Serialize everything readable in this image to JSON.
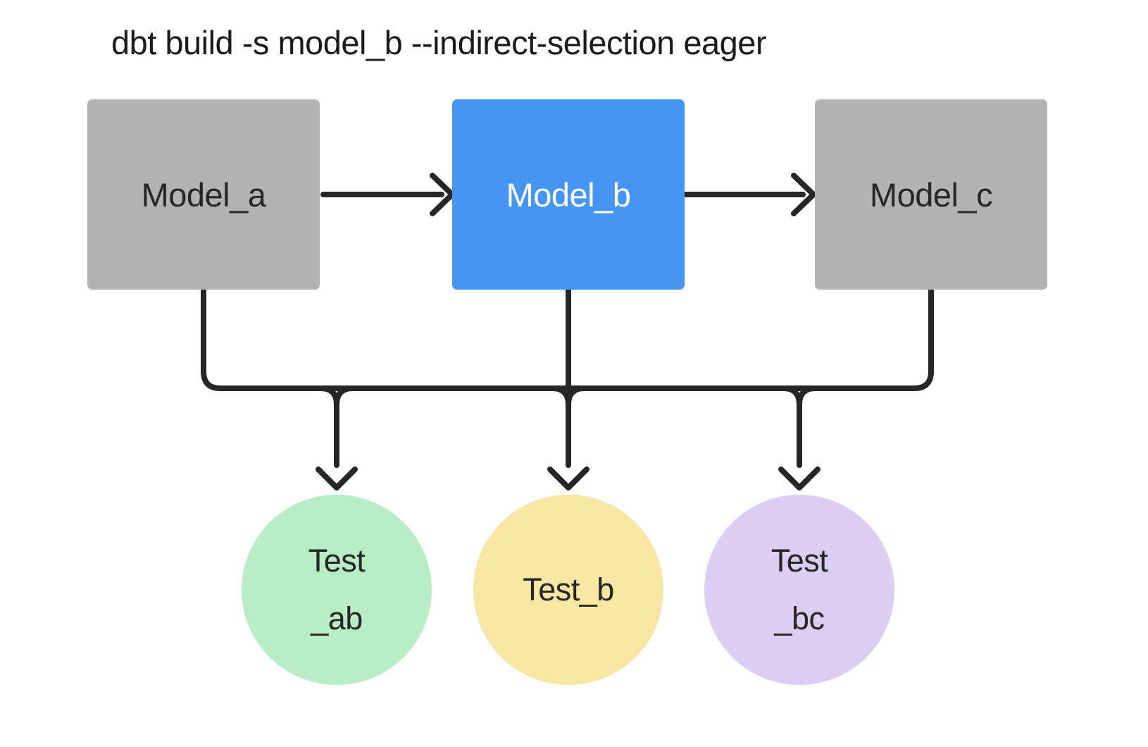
{
  "title": "dbt build -s model_b --indirect-selection eager",
  "background": "#ffffff",
  "nodes": {
    "models": [
      {
        "id": "model_a",
        "label": "Model_a",
        "fill": "#b3b3b3",
        "text_color": "#262626",
        "selected": false
      },
      {
        "id": "model_b",
        "label": "Model_b",
        "fill": "#4496f2",
        "text_color": "#ffffff",
        "selected": true
      },
      {
        "id": "model_c",
        "label": "Model_c",
        "fill": "#b3b3b3",
        "text_color": "#262626",
        "selected": false
      }
    ],
    "tests": [
      {
        "id": "test_ab",
        "label_lines": [
          "Test",
          "_ab"
        ],
        "fill": "#b9edc5"
      },
      {
        "id": "test_b",
        "label_lines": [
          "Test_b"
        ],
        "fill": "#f8e6a4"
      },
      {
        "id": "test_bc",
        "label_lines": [
          "Test",
          "_bc"
        ],
        "fill": "#ddcdf3"
      }
    ]
  },
  "edges": {
    "color": "#262626",
    "arrows": [
      {
        "from": "model_a",
        "to": "model_b"
      },
      {
        "from": "model_b",
        "to": "model_c"
      },
      {
        "from": "shared bus (model_a + model_b + model_c)",
        "to": "test_ab"
      },
      {
        "from": "shared bus (model_a + model_b + model_c)",
        "to": "test_b"
      },
      {
        "from": "shared bus (model_a + model_b + model_c)",
        "to": "test_bc"
      }
    ]
  }
}
